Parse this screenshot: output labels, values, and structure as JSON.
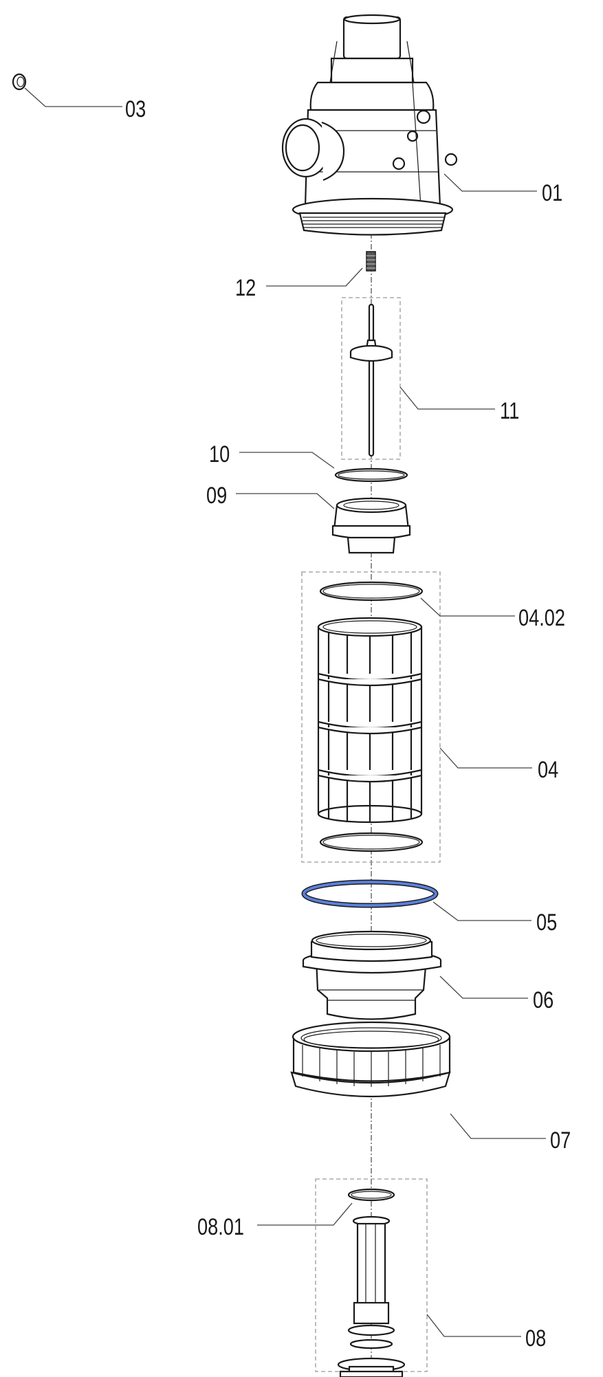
{
  "diagram": {
    "type": "exploded parts view",
    "accent_color": "#5b7fd9",
    "callouts": [
      {
        "id": "01",
        "label": "01"
      },
      {
        "id": "03",
        "label": "03"
      },
      {
        "id": "04",
        "label": "04"
      },
      {
        "id": "04.02",
        "label": "04.02"
      },
      {
        "id": "05",
        "label": "05"
      },
      {
        "id": "06",
        "label": "06"
      },
      {
        "id": "07",
        "label": "07"
      },
      {
        "id": "08",
        "label": "08"
      },
      {
        "id": "08.01",
        "label": "08.01"
      },
      {
        "id": "09",
        "label": "09"
      },
      {
        "id": "10",
        "label": "10"
      },
      {
        "id": "11",
        "label": "11"
      },
      {
        "id": "12",
        "label": "12"
      }
    ]
  }
}
